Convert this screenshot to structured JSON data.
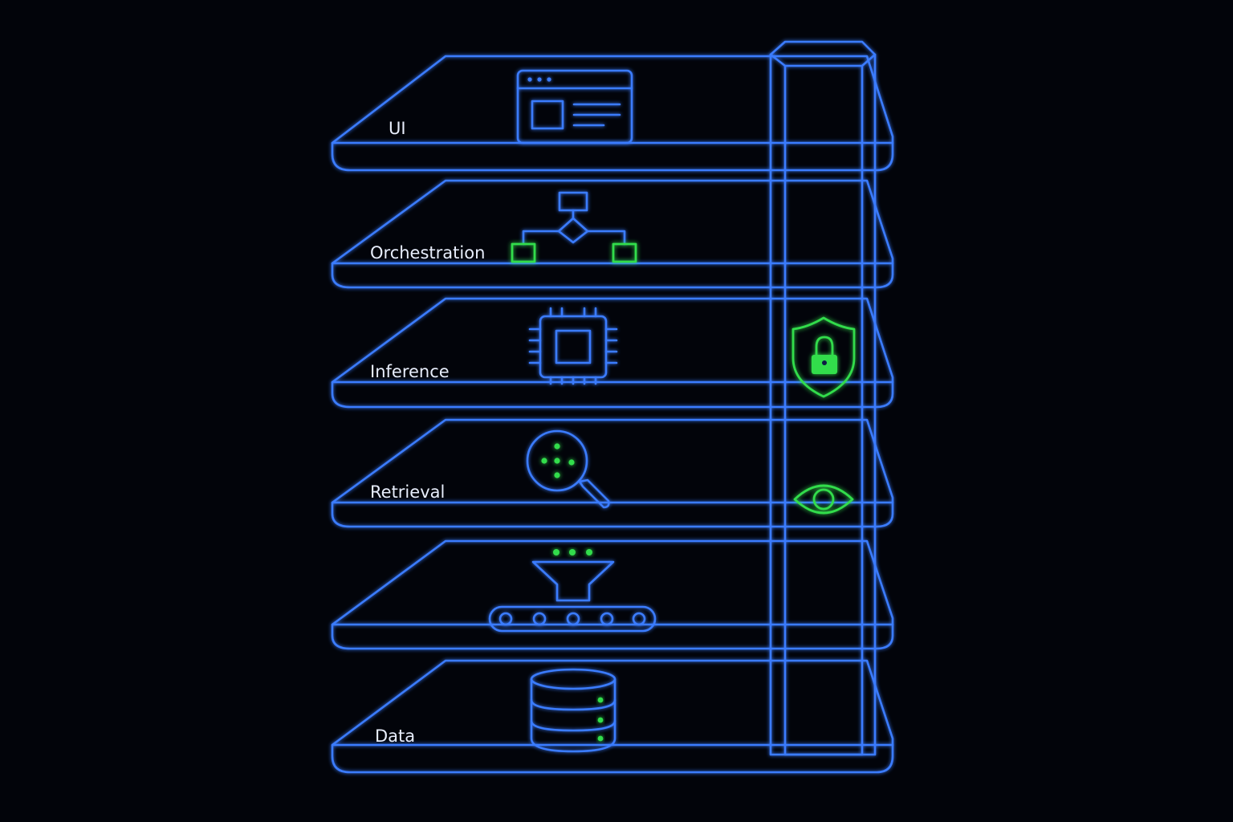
{
  "layers": [
    {
      "key": "ui",
      "label": "UI",
      "icon": "browser-window-icon"
    },
    {
      "key": "orchestration",
      "label": "Orchestration",
      "icon": "flowchart-icon"
    },
    {
      "key": "inference",
      "label": "Inference",
      "icon": "processor-chip-icon"
    },
    {
      "key": "retrieval",
      "label": "Retrieval",
      "icon": "magnifier-search-icon"
    },
    {
      "key": "ingestion",
      "label": "",
      "icon": "funnel-conveyor-icon"
    },
    {
      "key": "data",
      "label": "Data",
      "icon": "database-icon"
    }
  ],
  "side_pillar": {
    "icons": [
      "shield-lock-icon",
      "eye-icon"
    ]
  },
  "colors": {
    "background": "#02040a",
    "line_blue": "#3a7cff",
    "accent_green": "#33dd4c",
    "label_text": "#e8eefc"
  }
}
